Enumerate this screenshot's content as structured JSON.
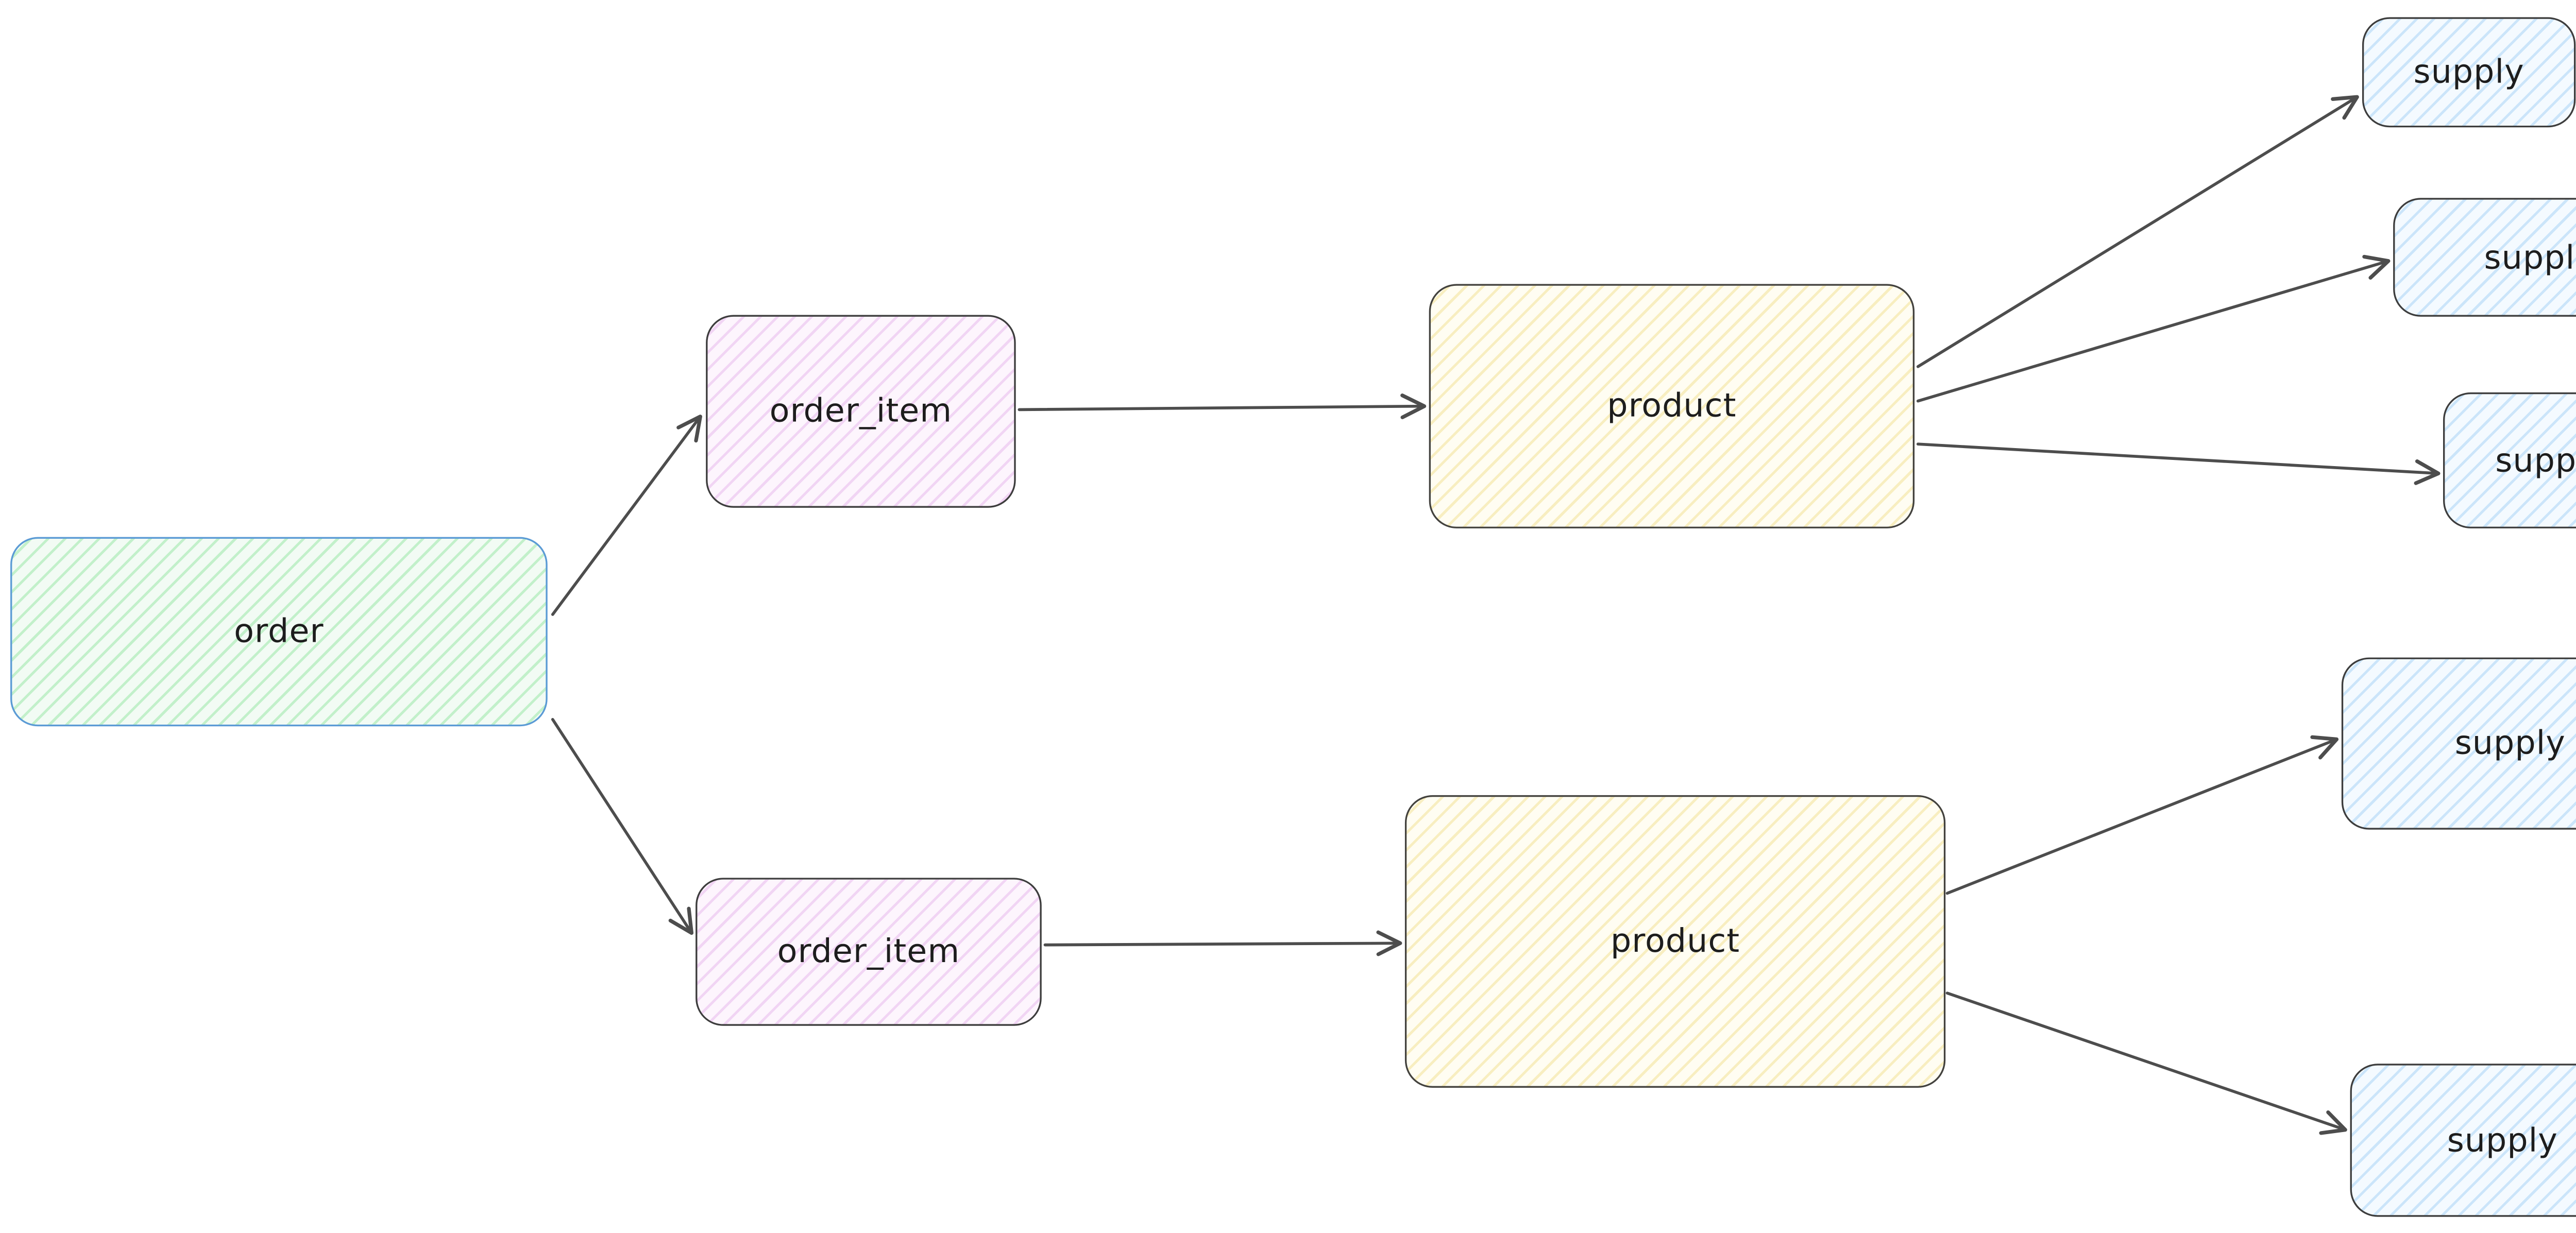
{
  "diagram": {
    "nodes": {
      "order": {
        "label": "order"
      },
      "order_item_top": {
        "label": "order_item"
      },
      "order_item_bottom": {
        "label": "order_item"
      },
      "product_top": {
        "label": "product"
      },
      "product_bottom": {
        "label": "product"
      },
      "supply_top_1": {
        "label": "supply"
      },
      "supply_top_2": {
        "label": "supply"
      },
      "supply_top_3": {
        "label": "supply"
      },
      "supply_bottom_1": {
        "label": "supply"
      },
      "supply_bottom_2": {
        "label": "supply"
      }
    },
    "edges": [
      {
        "from": "order",
        "to": "order_item_top"
      },
      {
        "from": "order",
        "to": "order_item_bottom"
      },
      {
        "from": "order_item_top",
        "to": "product_top"
      },
      {
        "from": "order_item_bottom",
        "to": "product_bottom"
      },
      {
        "from": "product_top",
        "to": "supply_top_1"
      },
      {
        "from": "product_top",
        "to": "supply_top_2"
      },
      {
        "from": "product_top",
        "to": "supply_top_3"
      },
      {
        "from": "product_bottom",
        "to": "supply_bottom_1"
      },
      {
        "from": "product_bottom",
        "to": "supply_bottom_2"
      }
    ],
    "colors": {
      "background": "#ffffff",
      "order_fill": "#e9f9ec",
      "order_stroke": "#5b9bd5",
      "order_item_fill": "#f6e1f6",
      "order_item_stroke": "#3d3d3d",
      "product_fill": "#fbf3cf",
      "product_stroke": "#43423e",
      "supply_fill": "#ddeefb",
      "supply_stroke": "#3d3d3d",
      "arrow": "#4d4d4d"
    }
  }
}
